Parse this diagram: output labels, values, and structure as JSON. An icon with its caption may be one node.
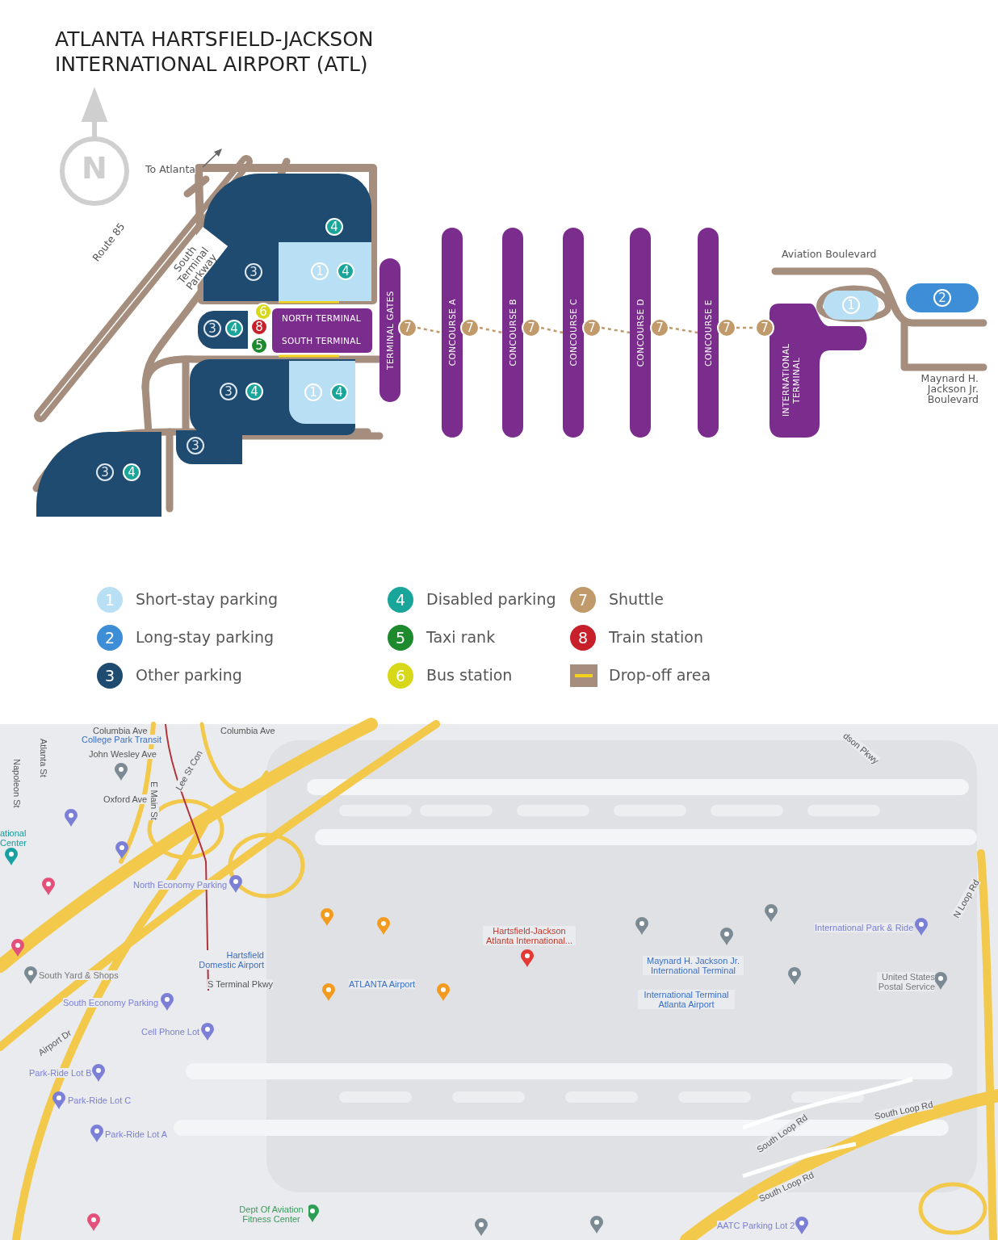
{
  "diagram": {
    "title": "ATLANTA HARTSFIELD-JACKSON INTERNATIONAL AIRPORT (ATL)",
    "nodes": [
      {
        "text": [
          "4",
          "3"
        ]
      },
      {
        "text": [
          "1",
          "4"
        ],
        "in": 0
      },
      {
        "text": [
          "3",
          "4"
        ]
      },
      {
        "text": [
          "6"
        ]
      },
      {
        "text": [
          "8"
        ]
      },
      {
        "text": [
          "5"
        ]
      },
      {
        "text": [
          "NORTH TERMINAL",
          "SOUTH TERMINAL"
        ]
      },
      {
        "text": [
          "3",
          "4"
        ]
      },
      {
        "text": [
          "1",
          "4"
        ],
        "in": 7
      },
      {
        "text": [
          "3"
        ]
      },
      {
        "text": [
          "3",
          "4"
        ]
      },
      {
        "text": [
          "TERMINAL GATES"
        ]
      },
      {
        "text": [
          "7"
        ]
      },
      {
        "text": [
          "CONCOURSE A"
        ]
      },
      {
        "text": [
          "7"
        ]
      },
      {
        "text": [
          "CONCOURSE B"
        ]
      },
      {
        "text": [
          "7"
        ]
      },
      {
        "text": [
          "CONCOURSE C"
        ]
      },
      {
        "text": [
          "7"
        ]
      },
      {
        "text": [
          "CONCOURSE D"
        ]
      },
      {
        "text": [
          "7"
        ]
      },
      {
        "text": [
          "CONCOURSE E"
        ]
      },
      {
        "text": [
          "7"
        ]
      },
      {
        "text": [
          "7"
        ]
      },
      {
        "text": [
          "INTERNATIONAL TERMINAL"
        ]
      },
      {
        "text": [
          "1"
        ]
      },
      {
        "text": [
          "2"
        ]
      }
    ],
    "edges": [
      {
        "from": 12,
        "to": 13,
        "arrow": "none",
        "style": "dashed"
      },
      {
        "from": 14,
        "to": 15,
        "arrow": "none",
        "style": "dashed"
      },
      {
        "from": 16,
        "to": 17,
        "arrow": "none",
        "style": "dashed"
      },
      {
        "from": 18,
        "to": 19,
        "arrow": "none",
        "style": "dashed"
      },
      {
        "from": 20,
        "to": 21,
        "arrow": "none",
        "style": "dashed"
      },
      {
        "from": 22,
        "to": 23,
        "arrow": "none",
        "style": "dashed"
      }
    ],
    "labels": [
      "N",
      "To Atlanta",
      "Route 85",
      "South Terminal Parkway",
      "Aviation Boulevard",
      "Maynard H. Jackson Jr. Boulevard",
      "1",
      "4",
      "7",
      "2",
      "5",
      "8",
      "3",
      "6",
      "Columbia Ave",
      "Columbia Ave",
      "College Park Transit",
      "John Wesley Ave",
      "Atlanta St",
      "Napoleon St",
      "Oxford Ave",
      "E Main St",
      "Lee St Con",
      "ational Center",
      "North Economy Parking",
      "Hartsfield Domestic Airport",
      "S Terminal Pkwy",
      "South Yard & Shops",
      "South Economy Parking",
      "Cell Phone Lot",
      "Airport Dr",
      "Park-Ride Lot B",
      "Park-Ride Lot C",
      "Park-Ride Lot A",
      "ATLANTA Airport",
      "Hartsfield-Jackson Atlanta International...",
      "Maynard H. Jackson Jr. International Terminal",
      "International Terminal Atlanta Airport",
      "International Park & Ride",
      "United States Postal Service",
      "N Loop Rd",
      "dson Pkwy",
      "Dept Of Aviation Fitness Center",
      "South Loop Rd",
      "South Loop Rd",
      "South Loop Rd",
      "AATC Parking Lot 2"
    ],
    "legend": [
      {
        "text": "Short-stay parking",
        "color": "#b8dff4"
      },
      {
        "text": "Disabled parking",
        "color": "#1aa59a"
      },
      {
        "text": "Shuttle",
        "color": "#c09a6b"
      },
      {
        "text": "Long-stay parking",
        "color": "#3d8ed6"
      },
      {
        "text": "Taxi rank",
        "color": "#1e8a2e"
      },
      {
        "text": "Train station",
        "color": "#c8202a"
      },
      {
        "text": "Other parking",
        "color": "#1f4b70"
      },
      {
        "text": "Bus station",
        "color": "#d8d81a"
      },
      {
        "text": "Drop-off area"
      }
    ]
  }
}
